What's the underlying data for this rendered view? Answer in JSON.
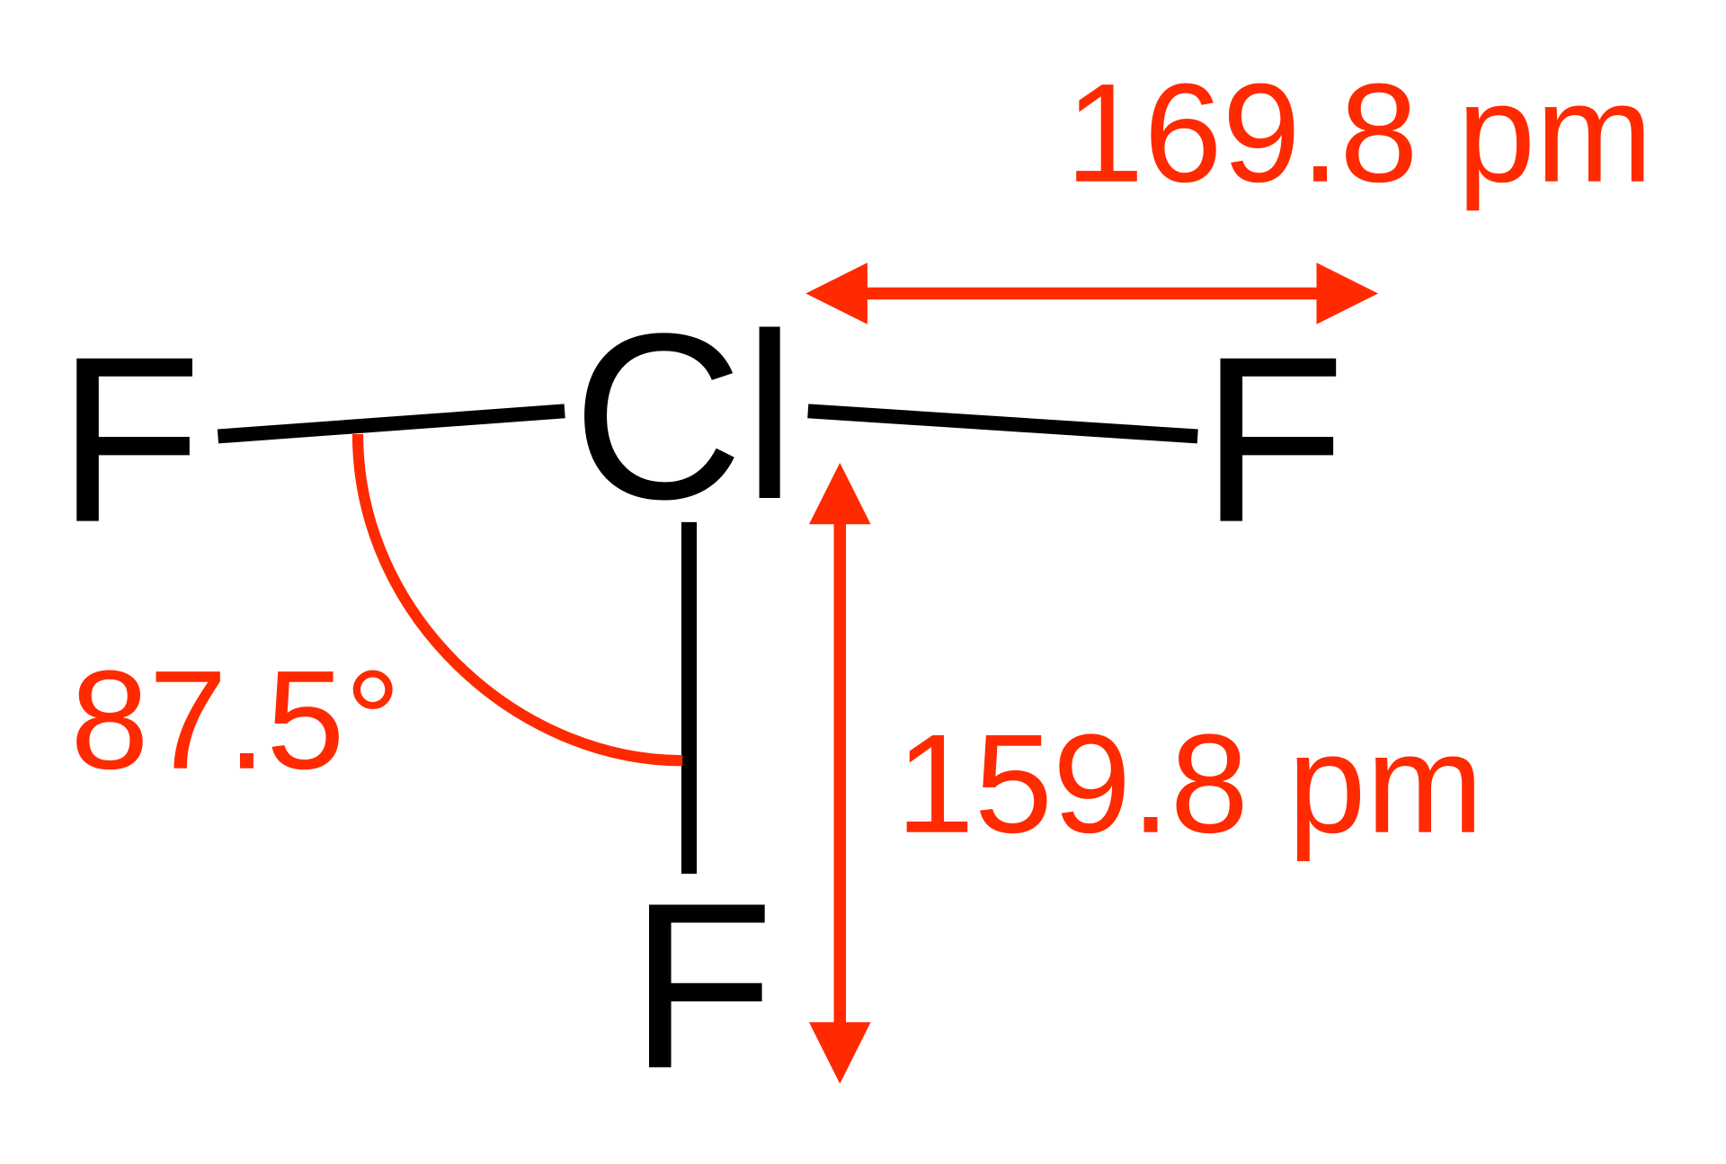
{
  "molecule": {
    "central_atom": "Cl",
    "ligands": [
      "F",
      "F",
      "F"
    ]
  },
  "annotations": {
    "equatorial_bond_length": "169.8 pm",
    "axial_bond_length": "159.8 pm",
    "bond_angle": "87.5°"
  },
  "colors": {
    "annotation": "#FF2A00",
    "bonds": "#000000",
    "background": "#FFFFFF"
  }
}
